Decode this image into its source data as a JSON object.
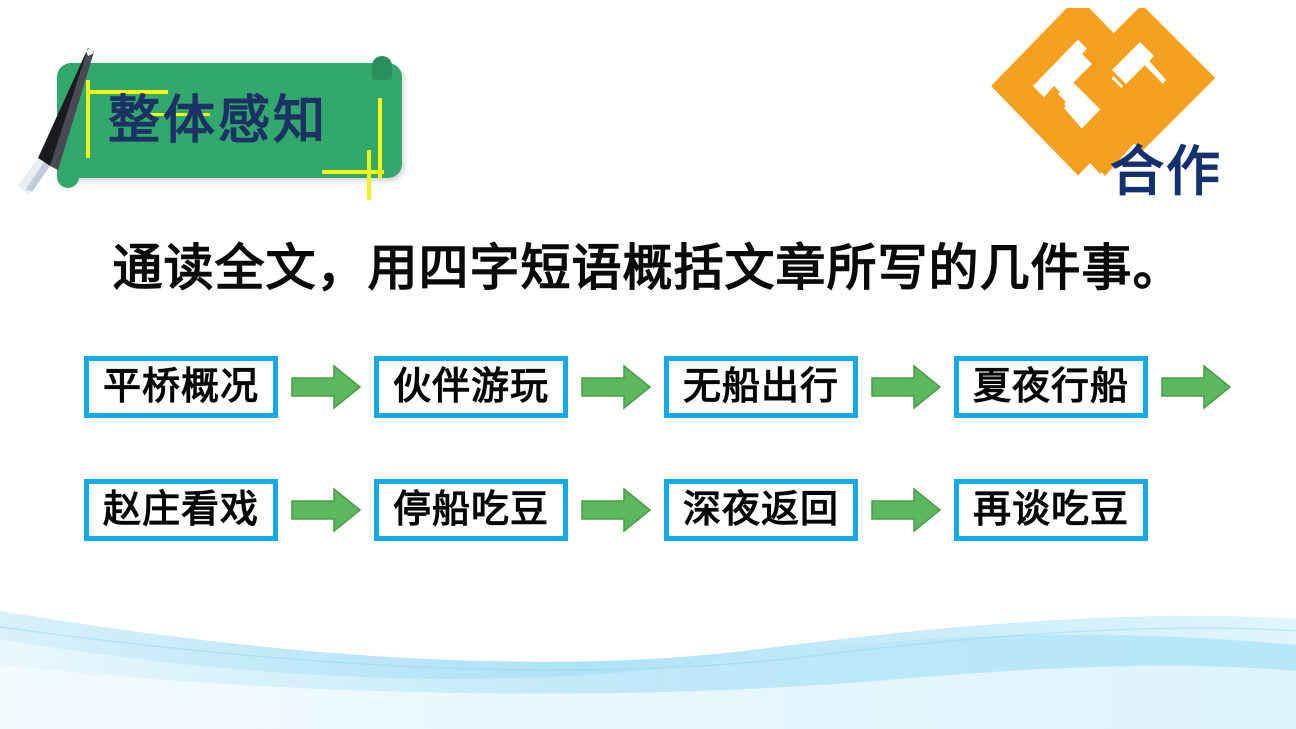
{
  "slide": {
    "section_banner": {
      "title": "整体感知",
      "green": "#33a86c",
      "title_color": "#1c3264",
      "accent_yellow": "#f2f41a",
      "pen_icon": "calligraphy-pen-icon"
    },
    "logo": {
      "label": "合作",
      "label_color": "#14306e",
      "mark_color": "#f5a01e",
      "mark_icon": "interlocking-diamonds-logo-icon"
    },
    "heading": "通读全文，用四字短语概括文章所写的几件事。",
    "flow": {
      "node_border_color": "#15a9e8",
      "arrow_color": "#5cb85c",
      "arrow_icon": "right-arrow-icon",
      "rows": [
        {
          "nodes": [
            "平桥概况",
            "伙伴游玩",
            "无船出行",
            "夏夜行船"
          ],
          "trailing_arrow": true
        },
        {
          "nodes": [
            "赵庄看戏",
            "停船吃豆",
            "深夜返回",
            "再谈吃豆"
          ],
          "trailing_arrow": false
        }
      ]
    },
    "decoration": {
      "wave_icon": "blue-wave-ribbon-decoration",
      "wave_color": "#bfe8f7"
    }
  }
}
